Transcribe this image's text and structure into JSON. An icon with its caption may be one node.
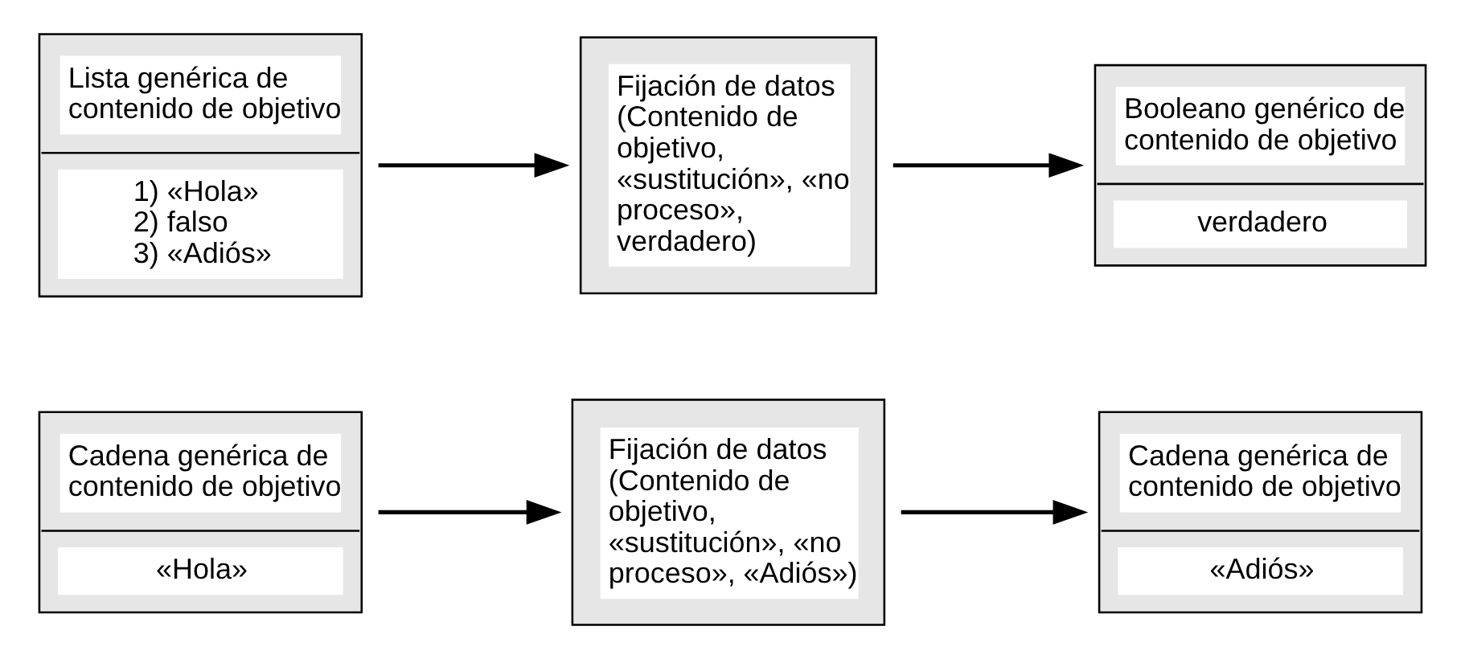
{
  "diagram": {
    "nodes": [
      {
        "text": [
          "Cadena genérica de contenido de objetivo",
          "«Hola»"
        ]
      },
      {
        "text": [
          "Fijación de datos (Contenido de objetivo, «sustitución», «no proceso», «Adiós»)"
        ]
      },
      {
        "text": [
          "Cadena genérica de contenido de objetivo",
          "«Adiós»"
        ]
      },
      {
        "text": [
          "Lista genérica de contenido de objetivo",
          "1) «Hola»",
          "2) falso",
          "3) «Adiós»"
        ]
      },
      {
        "text": [
          "Fijación de datos (Contenido de objetivo, «sustitución», «no proceso», verdadero)"
        ]
      },
      {
        "text": [
          "Booleano genérico de contenido de objetivo",
          "verdadero"
        ]
      }
    ],
    "edges": [
      {
        "from": 0,
        "to": 1,
        "arrow": "to"
      },
      {
        "from": 1,
        "to": 2,
        "arrow": "to"
      },
      {
        "from": 3,
        "to": 4,
        "arrow": "to"
      },
      {
        "from": 4,
        "to": 5,
        "arrow": "to"
      }
    ]
  }
}
